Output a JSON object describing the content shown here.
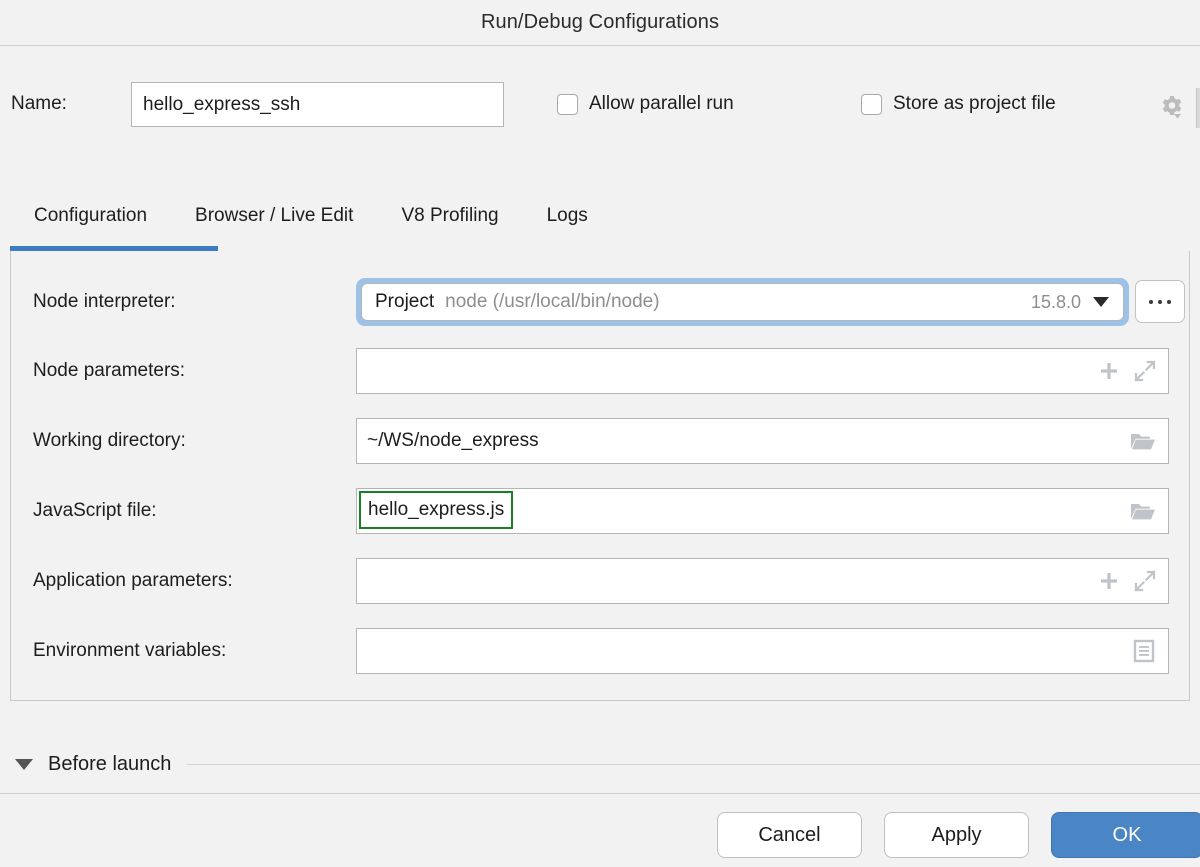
{
  "dialog": {
    "title": "Run/Debug Configurations"
  },
  "name_row": {
    "label": "Name:",
    "value": "hello_express_ssh",
    "allow_parallel_run": {
      "label": "Allow parallel run",
      "checked": false
    },
    "store_as_project_file": {
      "label": "Store as project file",
      "checked": false
    },
    "gear_icon": "gear-dropdown-icon"
  },
  "tabs": {
    "items": [
      {
        "label": "Configuration",
        "active": true
      },
      {
        "label": "Browser / Live Edit",
        "active": false
      },
      {
        "label": "V8 Profiling",
        "active": false
      },
      {
        "label": "Logs",
        "active": false
      }
    ],
    "active_indicator_color": "#3d7cc2"
  },
  "form": {
    "node_interpreter": {
      "label": "Node interpreter:",
      "scope": "Project",
      "path": "node (/usr/local/bin/node)",
      "version": "15.8.0",
      "dropdown_icon": "chevron-down-icon",
      "browse_label": "...",
      "focused": true
    },
    "node_parameters": {
      "label": "Node parameters:",
      "value": "",
      "icons": [
        "plus-icon",
        "expand-icon"
      ]
    },
    "working_directory": {
      "label": "Working directory:",
      "value": "~/WS/node_express",
      "icons": [
        "folder-icon"
      ]
    },
    "javascript_file": {
      "label": "JavaScript file:",
      "value": "hello_express.js",
      "icons": [
        "folder-icon"
      ],
      "validation_color": "#1a7f26"
    },
    "application_parameters": {
      "label": "Application parameters:",
      "value": "",
      "icons": [
        "plus-icon",
        "expand-icon"
      ]
    },
    "environment_variables": {
      "label": "Environment variables:",
      "value": "",
      "icons": [
        "list-edit-icon"
      ]
    }
  },
  "before_launch": {
    "label": "Before launch",
    "expanded": true,
    "toggle_icon": "triangle-down-icon"
  },
  "footer": {
    "cancel_label": "Cancel",
    "apply_label": "Apply",
    "ok_label": "OK",
    "ok_color": "#4a85c5"
  }
}
